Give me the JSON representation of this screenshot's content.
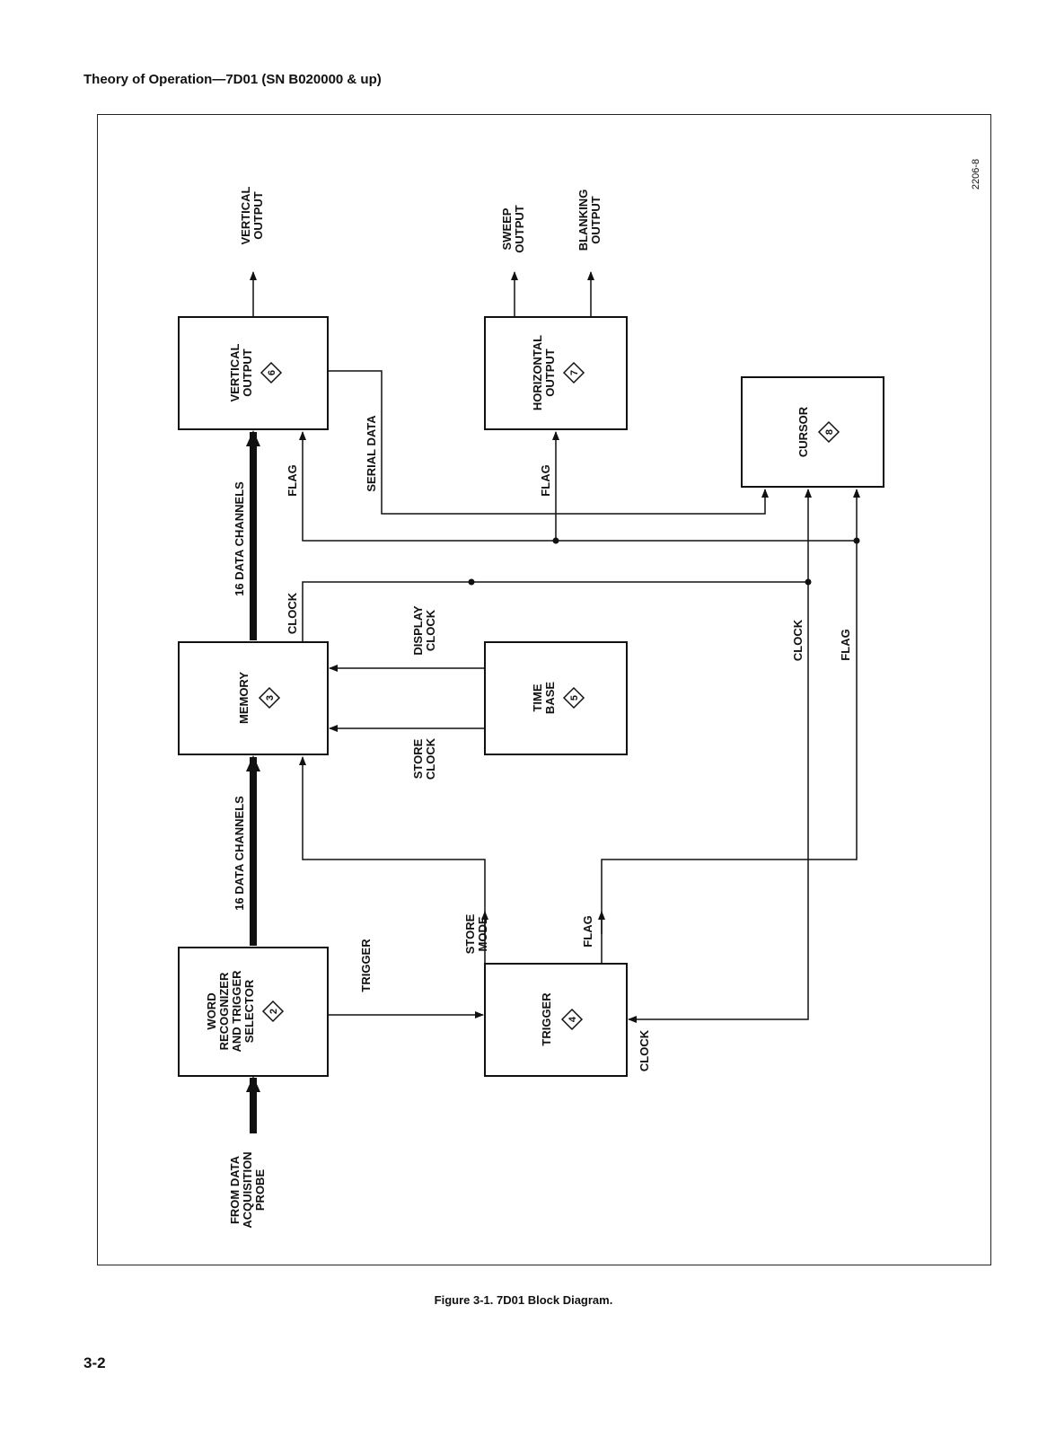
{
  "header": {
    "title": "Theory of Operation—7D01 (SN B020000 & up)"
  },
  "figure": {
    "id": "2206-8",
    "caption": "Figure 3-1.  7D01 Block Diagram."
  },
  "page_number": "3-2",
  "blocks": {
    "word_recognizer": {
      "line1": "WORD",
      "line2": "RECOGNIZER",
      "line3": "AND TRIGGER",
      "line4": "SELECTOR",
      "number": "2"
    },
    "memory": {
      "label": "MEMORY",
      "number": "3"
    },
    "trigger": {
      "label": "TRIGGER",
      "number": "4"
    },
    "time_base": {
      "line1": "TIME",
      "line2": "BASE",
      "number": "5"
    },
    "vertical_output": {
      "line1": "VERTICAL",
      "line2": "OUTPUT",
      "number": "6"
    },
    "horizontal_output": {
      "line1": "HORIZONTAL",
      "line2": "OUTPUT",
      "number": "7"
    },
    "cursor": {
      "label": "CURSOR",
      "number": "8"
    }
  },
  "signals": {
    "probe_input": {
      "line1": "FROM DATA",
      "line2": "ACQUISITION",
      "line3": "PROBE"
    },
    "data_channels_a": "16 DATA CHANNELS",
    "data_channels_b": "16 DATA CHANNELS",
    "trigger": "TRIGGER",
    "store_mode": {
      "line1": "STORE",
      "line2": "MODE"
    },
    "flag_trigger": "FLAG",
    "clock_trigger": "CLOCK",
    "store_clock": {
      "line1": "STORE",
      "line2": "CLOCK"
    },
    "display_clock": {
      "line1": "DISPLAY",
      "line2": "CLOCK"
    },
    "clock_memory": "CLOCK",
    "flag_vertical": "FLAG",
    "serial_data": "SERIAL DATA",
    "flag_horizontal": "FLAG",
    "clock_right": "CLOCK",
    "flag_right": "FLAG",
    "vertical_output": {
      "line1": "VERTICAL",
      "line2": "OUTPUT"
    },
    "sweep_output": {
      "line1": "SWEEP",
      "line2": "OUTPUT"
    },
    "blanking_output": {
      "line1": "BLANKING",
      "line2": "OUTPUT"
    }
  }
}
